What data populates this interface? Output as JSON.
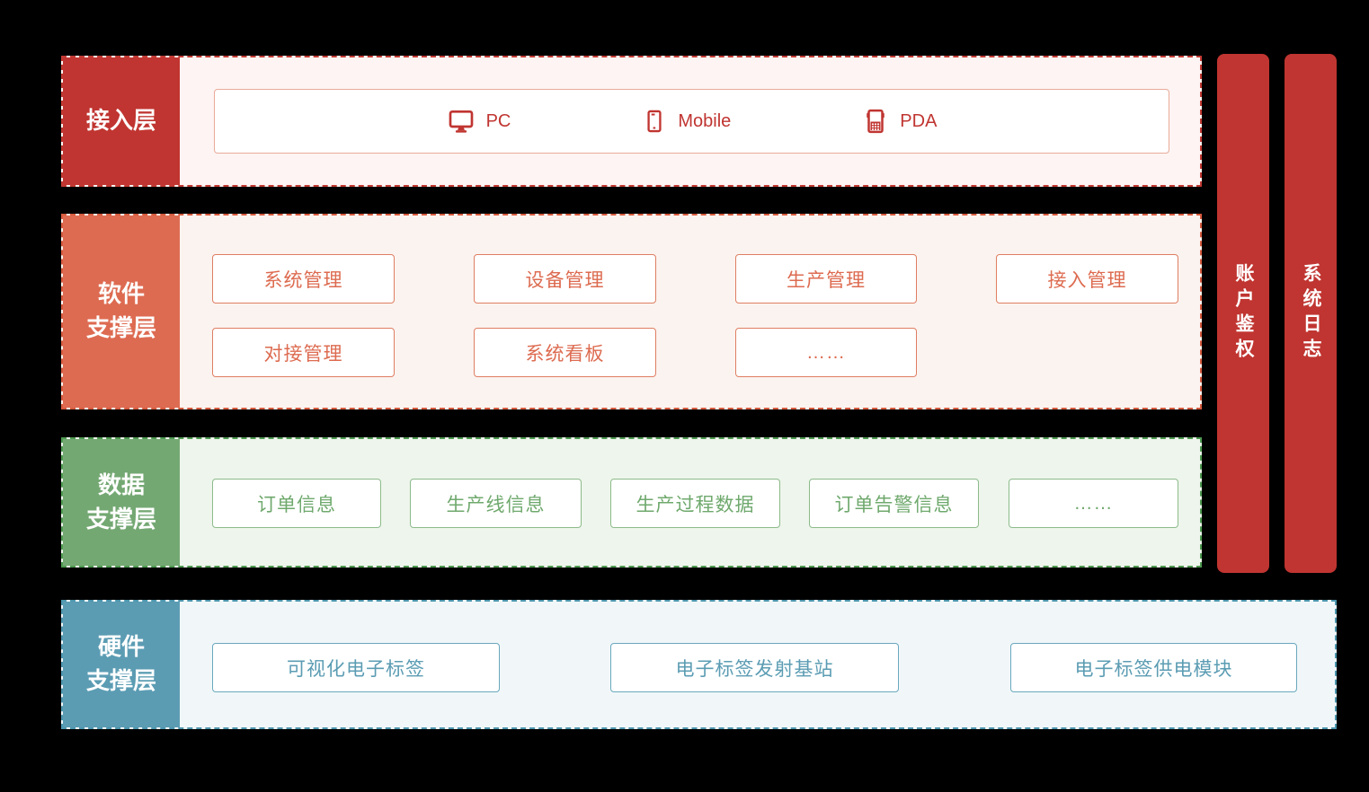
{
  "colors": {
    "accent_red": "#c03531",
    "accent_salmon": "#dd6b51",
    "accent_green": "#74a873",
    "accent_blue": "#5b9cb3",
    "access_bg": "#fdf4f3",
    "software_bg": "#fbf3ef",
    "data_bg": "#eef5ec",
    "hardware_bg": "#f1f7f9"
  },
  "layers": {
    "access": {
      "label": "接入层",
      "devices": [
        {
          "icon": "pc-icon",
          "name": "PC"
        },
        {
          "icon": "mobile-icon",
          "name": "Mobile"
        },
        {
          "icon": "pda-icon",
          "name": "PDA"
        }
      ]
    },
    "software": {
      "label_line1": "软件",
      "label_line2": "支撑层",
      "boxes": [
        "系统管理",
        "设备管理",
        "生产管理",
        "接入管理",
        "对接管理",
        "系统看板",
        "……"
      ]
    },
    "data": {
      "label_line1": "数据",
      "label_line2": "支撑层",
      "boxes": [
        "订单信息",
        "生产线信息",
        "生产过程数据",
        "订单告警信息",
        "……"
      ]
    },
    "hardware": {
      "label_line1": "硬件",
      "label_line2": "支撑层",
      "boxes": [
        "可视化电子标签",
        "电子标签发射基站",
        "电子标签供电模块"
      ]
    }
  },
  "sidebars": {
    "auth": "账户鉴权",
    "log": "系统日志"
  }
}
